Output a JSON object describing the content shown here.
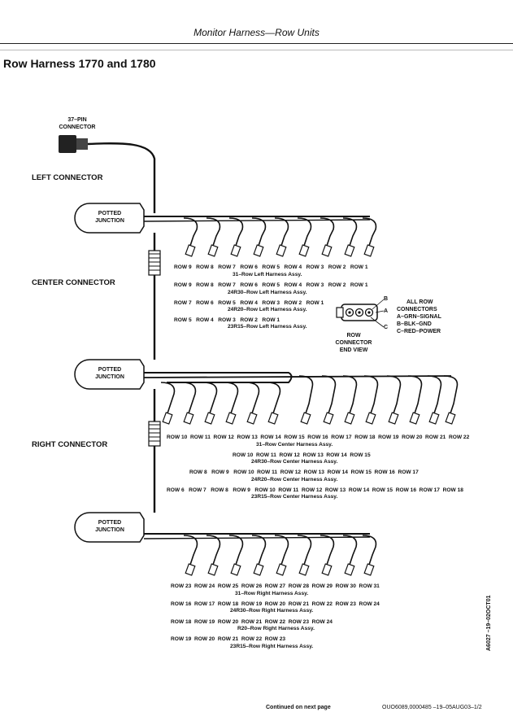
{
  "header": "Monitor Harness—Row Units",
  "title": "Row Harness 1770 and 1780",
  "labels": {
    "pin37": "37–PIN",
    "connector": "CONNECTOR",
    "left_connector": "LEFT CONNECTOR",
    "center_connector": "CENTER CONNECTOR",
    "right_connector": "RIGHT CONNECTOR",
    "potted": "POTTED",
    "junction": "JUNCTION"
  },
  "row_connector_view": {
    "caption": [
      "ROW",
      "CONNECTOR",
      "END VIEW"
    ],
    "pins": [
      "B",
      "A",
      "C"
    ],
    "legend": [
      "ALL ROW",
      "CONNECTORS",
      "A–GRN–SIGNAL",
      "B–BLK–GND",
      "C–RED–POWER"
    ]
  },
  "left_harness": [
    {
      "rows": "ROW 9   ROW 8   ROW 7   ROW 6   ROW 5   ROW 4   ROW 3   ROW 2   ROW 1",
      "name": "31–Row Left Harness Assy."
    },
    {
      "rows": "ROW 9   ROW 8   ROW 7   ROW 6   ROW 5   ROW 4   ROW 3   ROW 2   ROW 1",
      "name": "24R30–Row Left Harness Assy."
    },
    {
      "rows": "ROW 7   ROW 6   ROW 5   ROW 4   ROW 3   ROW 2   ROW 1",
      "name": "24R20–Row Left Harness Assy."
    },
    {
      "rows": "ROW 5   ROW 4   ROW 3   ROW 2   ROW 1",
      "name": "23R15–Row Left Harness Assy."
    }
  ],
  "center_harness": [
    {
      "rows": "ROW 10  ROW 11  ROW 12  ROW 13  ROW 14  ROW 15  ROW 16  ROW 17  ROW 18  ROW 19  ROW 20  ROW 21  ROW 22",
      "name": "31–Row Center Harness Assy."
    },
    {
      "rows": "ROW 10  ROW 11  ROW 12  ROW 13  ROW 14  ROW 15",
      "name": "24R30–Row Center Harness Assy."
    },
    {
      "rows": "ROW 8   ROW 9   ROW 10  ROW 11  ROW 12  ROW 13  ROW 14  ROW 15  ROW 16  ROW 17",
      "name": "24R20–Row Center Harness Assy."
    },
    {
      "rows": "ROW 6   ROW 7   ROW 8   ROW 9   ROW 10  ROW 11  ROW 12  ROW 13  ROW 14  ROW 15  ROW 16  ROW 17  ROW 18",
      "name": "23R15–Row Center Harness Assy."
    }
  ],
  "right_harness": [
    {
      "rows": "ROW 23  ROW 24  ROW 25  ROW 26  ROW 27  ROW 28  ROW 29  ROW 30  ROW 31",
      "name": "31–Row Right Harness Assy."
    },
    {
      "rows": "ROW 16  ROW 17  ROW 18  ROW 19  ROW 20  ROW 21  ROW 22  ROW 23  ROW 24",
      "name": "24R30–Row Right Harness Assy."
    },
    {
      "rows": "ROW 18  ROW 19  ROW 20  ROW 21  ROW 22  ROW 23  ROW 24",
      "name": "R20–Row Right Harness Assy."
    },
    {
      "rows": "ROW 19  ROW 20  ROW 21  ROW 22  ROW 23",
      "name": "23R15–Row Right Harness Assy."
    }
  ],
  "footer": {
    "continued": "Continued on next page",
    "code": "OUO6089,0000485  –19–05AUG03–1/2",
    "figure_id": "A6027 –19–02OCT01"
  }
}
